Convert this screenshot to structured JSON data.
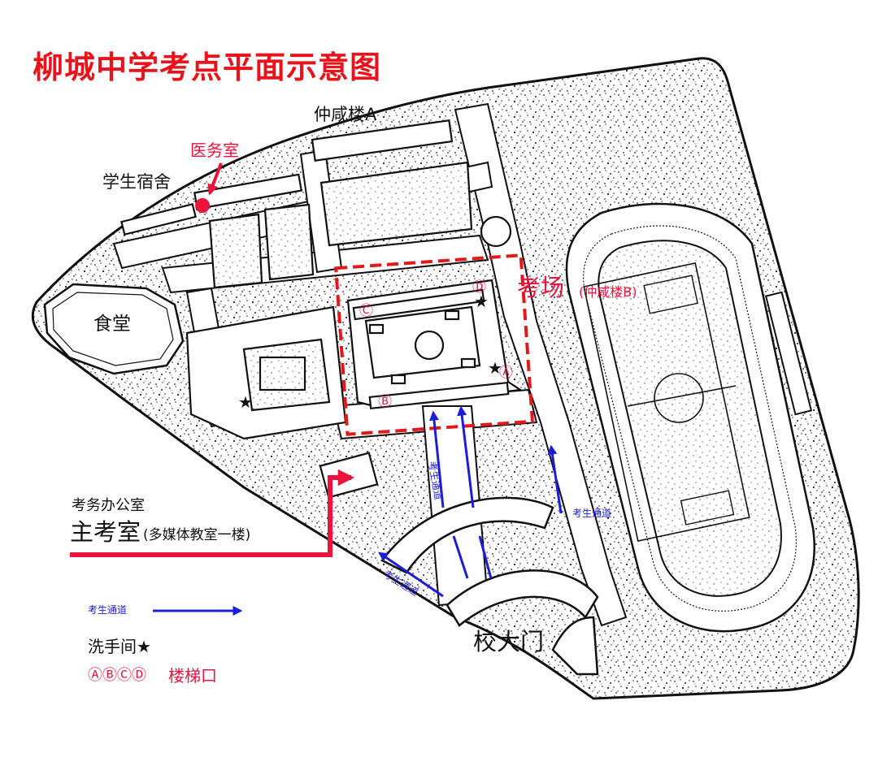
{
  "title": "柳城中学考点平面示意图",
  "labels": {
    "building_a": "仲咸楼A",
    "clinic": "医务室",
    "dormitory": "学生宿舍",
    "canteen": "食堂",
    "exam_hall": "考场",
    "exam_hall_note": "(仲咸楼B)",
    "exam_office": "考务办公室",
    "main_exam_room": "主考室",
    "main_exam_room_note": "(多媒体教室一楼)",
    "school_gate": "校大门",
    "student_path_1": "考生通道",
    "student_path_2": "考生通道",
    "student_path_3": "考生通道"
  },
  "legend": {
    "student_path": "考生通道",
    "restroom": "洗手间★",
    "stairs_symbols": "ⒶⒷⒸⒹ",
    "stairs": "楼梯口"
  },
  "stair_markers": [
    "Ⓐ",
    "Ⓑ",
    "Ⓒ",
    "Ⓓ"
  ],
  "restroom_marker": "★",
  "colors": {
    "title": "#e8141c",
    "red_annotation": "#e8143c",
    "path_blue": "#1d1dd6",
    "exam_hall_box": "#e01a1a"
  }
}
